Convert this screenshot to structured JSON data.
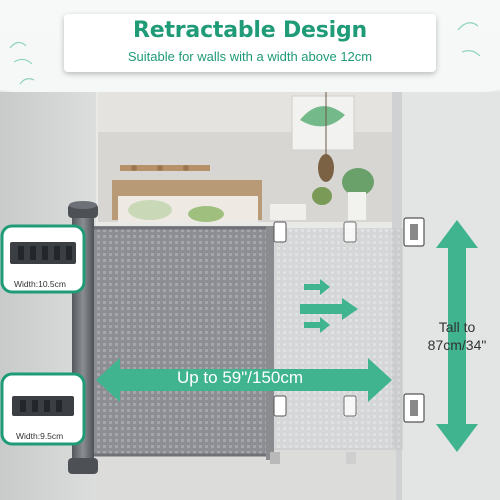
{
  "header": {
    "title": "Retractable Design",
    "subtitle": "Suitable for walls with a width above 12cm"
  },
  "callouts": {
    "top_bracket_width": "Width:10.5cm",
    "bottom_bracket_width": "Width:9.5cm",
    "span_label": "Up to 59\"/150cm",
    "height_label_line1": "Tall to",
    "height_label_line2": "87cm/34\""
  },
  "colors": {
    "accent": "#1f9b78",
    "arrow": "#3fb48e",
    "mesh": "#8b8d92",
    "post": "#6f7378"
  }
}
